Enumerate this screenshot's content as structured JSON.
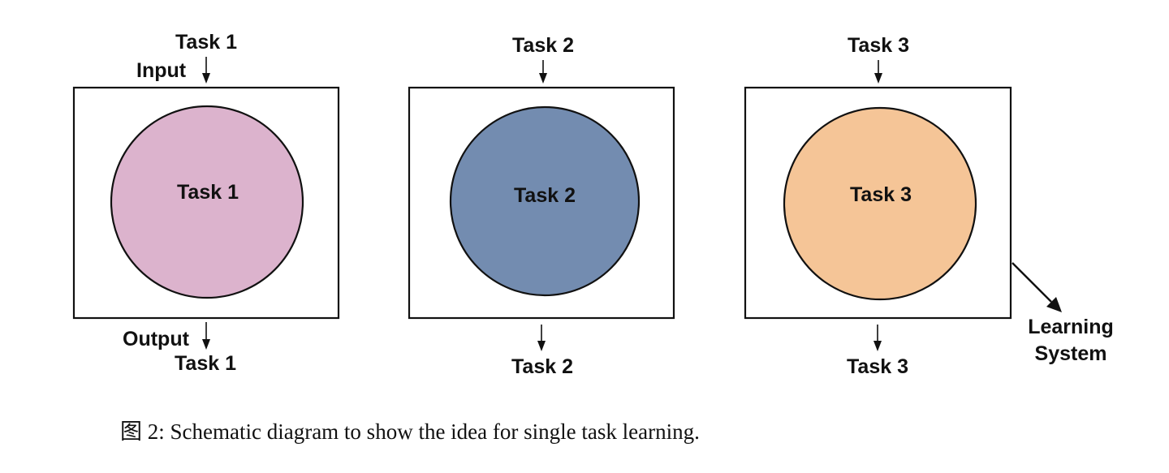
{
  "panels": [
    {
      "input_task": "Task 1",
      "input_label": "Input",
      "circle_label": "Task 1",
      "output_label": "Output",
      "output_task": "Task 1",
      "fill": "#dcb3cd"
    },
    {
      "input_task": "Task 2",
      "circle_label": "Task 2",
      "output_task": "Task 2",
      "fill": "#738cb0"
    },
    {
      "input_task": "Task 3",
      "circle_label": "Task 3",
      "output_task": "Task 3",
      "fill": "#f5c597"
    }
  ],
  "learning_system": {
    "line1": "Learning",
    "line2": "System"
  },
  "caption": {
    "prefix": "图 2:",
    "text": "Schematic diagram to show the idea for single task learning."
  }
}
